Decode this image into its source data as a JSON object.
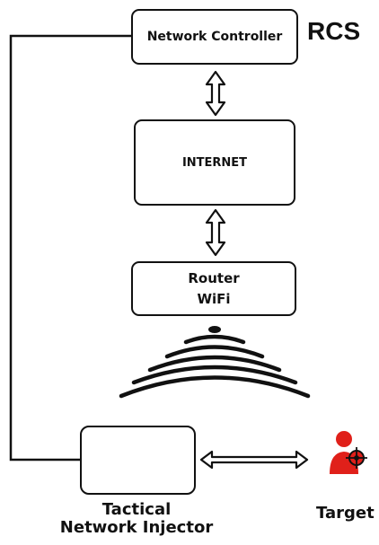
{
  "nodes": {
    "network_controller": "Network Controller",
    "rcs": "RCS",
    "internet": "INTERNET",
    "router_line1": "Router",
    "router_line2": "WiFi",
    "tactical_line1": "Tactical",
    "tactical_line2": "Network Injector",
    "target": "Target"
  },
  "colors": {
    "line": "#111111",
    "target": "#e0201a"
  },
  "icons": [
    "double-arrow-icon",
    "wifi-waves-icon",
    "pen-injector-icon",
    "target-person-icon",
    "crosshair-icon"
  ]
}
